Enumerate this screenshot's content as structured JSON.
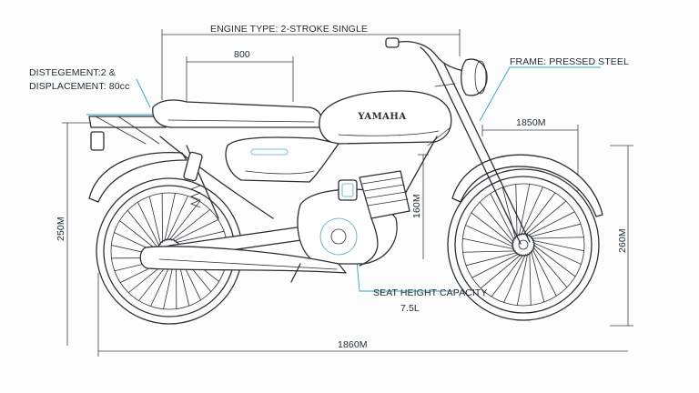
{
  "labels": {
    "engine_type": "ENGINE TYPE: 2-STROKE SINGLE",
    "dim_800": "800",
    "displacement_line1": "DISTEGEMENT:2 &",
    "displacement_line2": "DISPLACEMENT: 80cc",
    "frame": "FRAME: PRESSED STEEL",
    "dim_1850": "1850M",
    "dim_250": "250M",
    "dim_160": "160M",
    "dim_260": "260M",
    "seat_height": "SEAT HEIGHT CAPACITY",
    "capacity": "7.5L",
    "dim_1860": "1860M"
  },
  "tank_brand": "YAMAHA",
  "colors": {
    "ink": "#2b2f33",
    "accent_blue": "#2aa4c8",
    "background": "#fdfdfd"
  }
}
